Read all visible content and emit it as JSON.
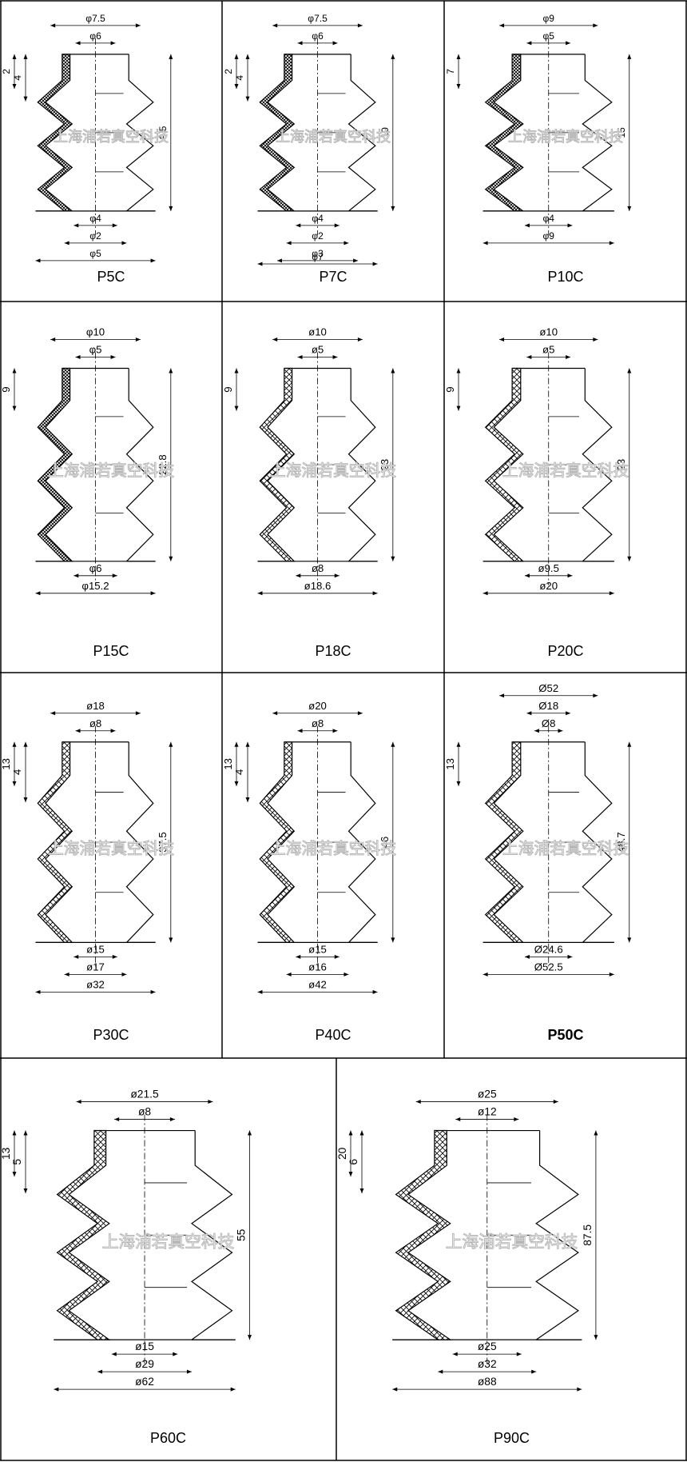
{
  "parts": [
    {
      "name": "P5C",
      "dims": {
        "d1": "φ7.5",
        "d2": "φ6",
        "d3": "φ4",
        "h1": "2",
        "h2": "4",
        "h3": "9.5",
        "d4": "φ2",
        "d5": "φ5"
      }
    },
    {
      "name": "P7C",
      "dims": {
        "d1": "φ7.5",
        "d2": "φ6",
        "d3": "φ4",
        "h1": "2",
        "h2": "4",
        "h3": "10",
        "d4": "φ2",
        "d5": "φ3",
        "d6": "φ7"
      }
    },
    {
      "name": "P10C",
      "dims": {
        "d1": "φ9",
        "d2": "φ5",
        "h1": "7",
        "h2": "15",
        "d3": "φ4",
        "d4": "φ9"
      }
    },
    {
      "name": "P15C",
      "dims": {
        "d1": "φ10",
        "d2": "φ5",
        "h1": "9",
        "h2": "22.8",
        "d3": "φ6",
        "d4": "φ15.2"
      }
    },
    {
      "name": "P18C",
      "dims": {
        "d1": "ø10",
        "d2": "ø5",
        "h1": "9",
        "h2": "23",
        "d3": "ø8",
        "d4": "ø18.6"
      }
    },
    {
      "name": "P20C",
      "dims": {
        "d1": "ø10",
        "d2": "ø5",
        "h1": "9",
        "h2": "23",
        "d3": "ø9.5",
        "d4": "ø20"
      }
    },
    {
      "name": "P30C",
      "dims": {
        "d1": "ø18",
        "d2": "ø8",
        "h1": "13",
        "h2": "4",
        "h3": "37.5",
        "d3": "ø15",
        "d4": "ø17",
        "d5": "ø32"
      }
    },
    {
      "name": "P40C",
      "dims": {
        "d1": "ø20",
        "d2": "ø8",
        "h1": "13",
        "h2": "4",
        "h3": "46",
        "d3": "ø15",
        "d4": "ø16",
        "d5": "ø42"
      }
    },
    {
      "name": "P50C",
      "dims": {
        "d1": "Ø52",
        "d2": "Ø18",
        "d3": "Ø8",
        "h1": "13",
        "h2": "48.7",
        "d4": "Ø24.6",
        "d5": "Ø52.5"
      }
    },
    {
      "name": "P60C",
      "dims": {
        "d1": "ø21.5",
        "d2": "ø8",
        "h1": "13",
        "h2": "5",
        "h3": "55",
        "d3": "ø15",
        "d4": "ø29",
        "d5": "ø62"
      }
    },
    {
      "name": "P90C",
      "dims": {
        "d1": "ø25",
        "d2": "ø12",
        "h1": "20",
        "h2": "6",
        "h3": "87.5",
        "d3": "ø25",
        "d4": "ø32",
        "d5": "ø88"
      }
    }
  ],
  "watermark": "上海浦若真空科技"
}
